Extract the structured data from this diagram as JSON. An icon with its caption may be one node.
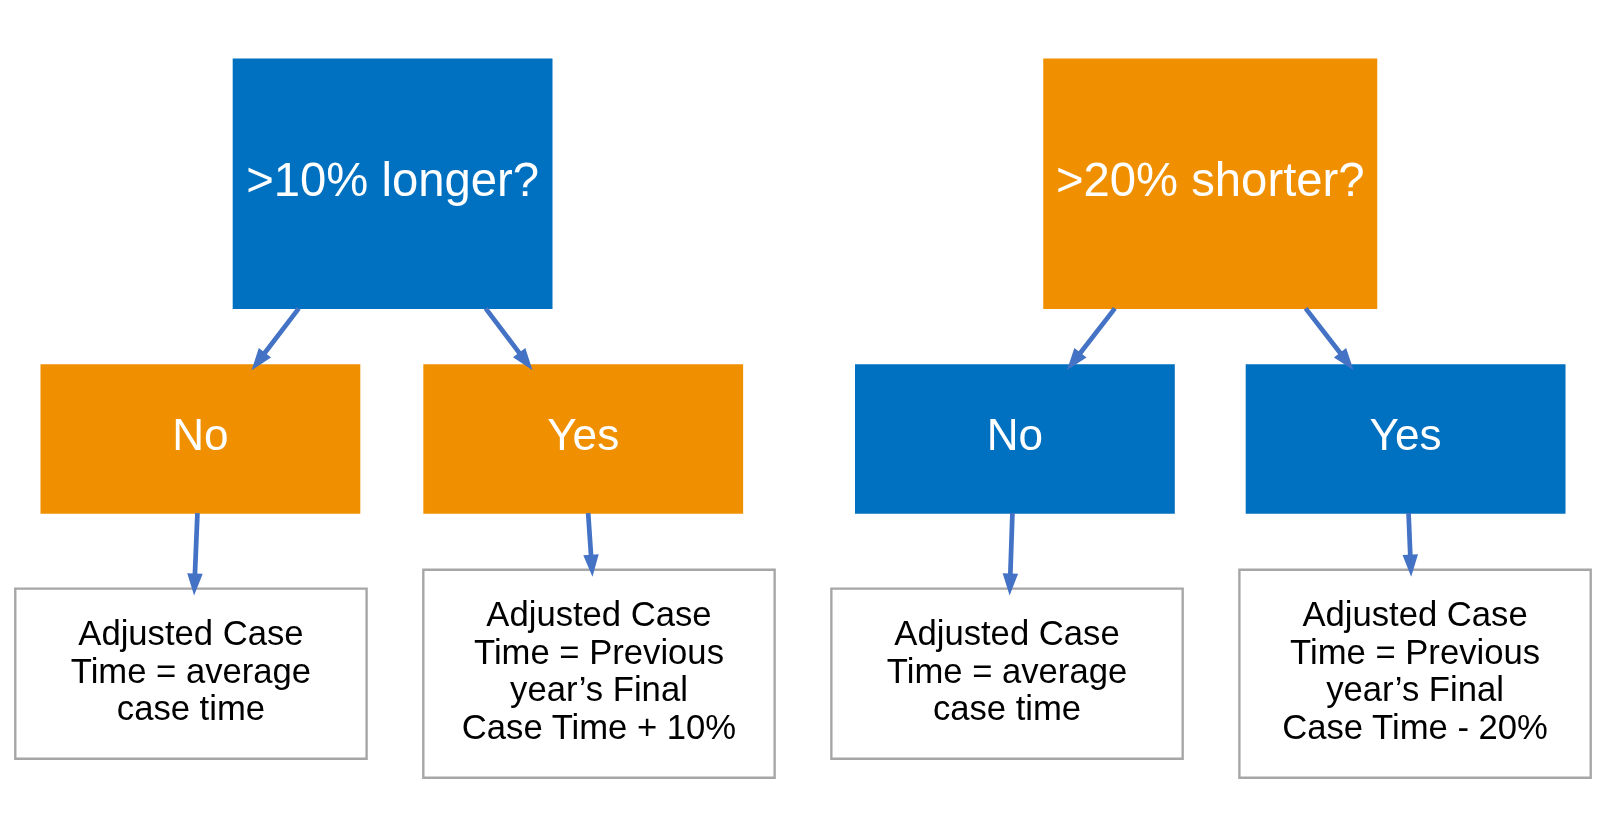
{
  "diagram": {
    "nodes": [
      {
        "text": [
          ">10% longer?"
        ]
      },
      {
        "text": [
          "No"
        ]
      },
      {
        "text": [
          "Yes"
        ]
      },
      {
        "text": [
          "Adjusted Case Time = average case time"
        ]
      },
      {
        "text": [
          "Adjusted Case Time = Previous year’s Final Case Time + 10%"
        ]
      },
      {
        "text": [
          ">20% shorter?"
        ]
      },
      {
        "text": [
          "No"
        ]
      },
      {
        "text": [
          "Yes"
        ]
      },
      {
        "text": [
          "Adjusted Case Time = average case time"
        ]
      },
      {
        "text": [
          "Adjusted Case Time = Previous year’s Final Case Time - 20%"
        ]
      }
    ],
    "edges": [
      {
        "from": 0,
        "to": 1,
        "arrow": "to"
      },
      {
        "from": 0,
        "to": 2,
        "arrow": "to"
      },
      {
        "from": 1,
        "to": 3,
        "arrow": "to"
      },
      {
        "from": 2,
        "to": 4,
        "arrow": "to"
      },
      {
        "from": 5,
        "to": 6,
        "arrow": "to"
      },
      {
        "from": 5,
        "to": 7,
        "arrow": "to"
      },
      {
        "from": 6,
        "to": 8,
        "arrow": "to"
      },
      {
        "from": 7,
        "to": 9,
        "arrow": "to"
      }
    ]
  }
}
